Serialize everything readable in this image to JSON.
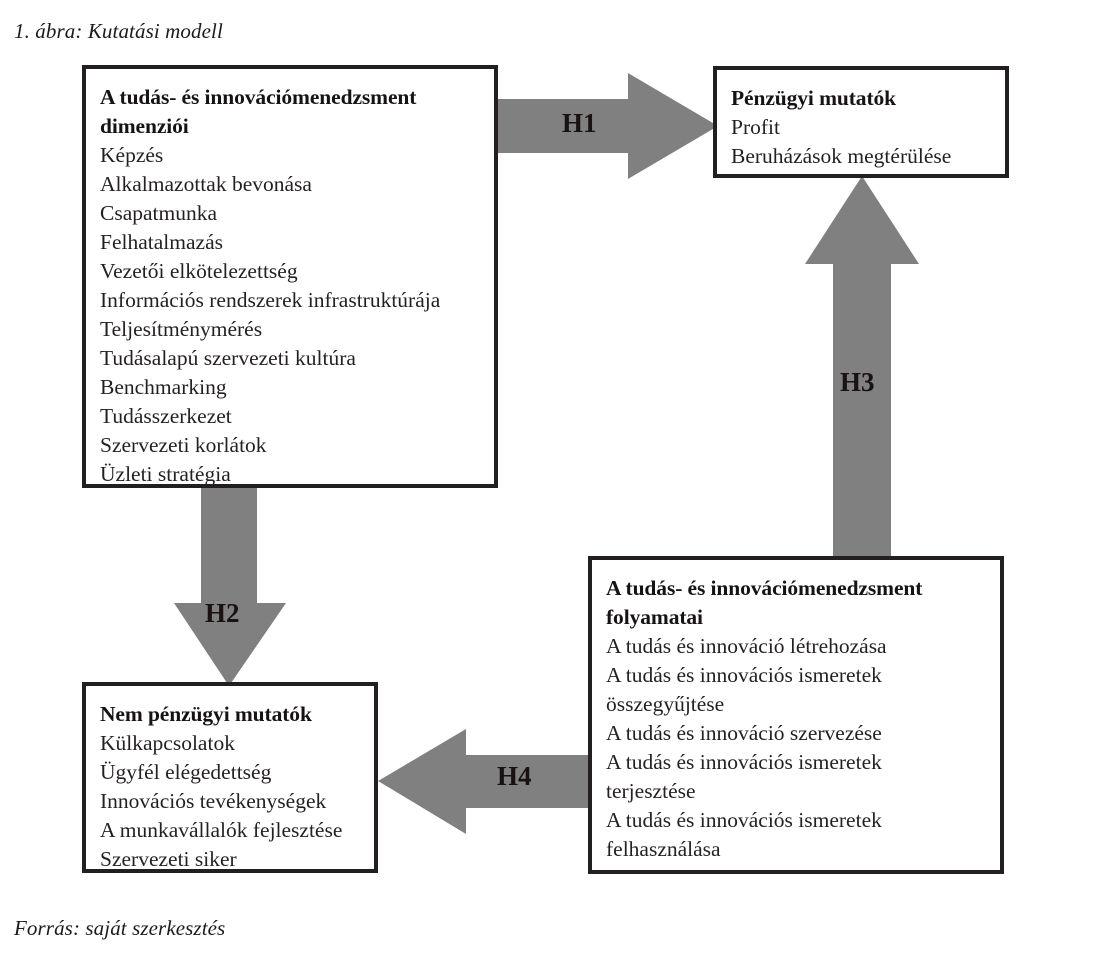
{
  "figure": {
    "caption": "1. ábra: Kutatási modell",
    "source": "Forrás: saját szerkesztés",
    "arrow_color": "#808080",
    "border_color": "#231f20",
    "text_color": "#231f20"
  },
  "boxes": {
    "dimensions": {
      "title": "A tudás- és innovációmenedzsment dimenziói",
      "items": [
        "Képzés",
        "Alkalmazottak bevonása",
        "Csapatmunka",
        "Felhatalmazás",
        "Vezetői elkötelezettség",
        "Információs rendszerek infrastruktúrája",
        "Teljesítménymérés",
        "Tudásalapú szervezeti kultúra",
        "Benchmarking",
        "Tudásszerkezet",
        "Szervezeti korlátok",
        "Üzleti stratégia"
      ]
    },
    "financial": {
      "title": "Pénzügyi mutatók",
      "items": [
        "Profit",
        "Beruházások megtérülése"
      ]
    },
    "processes": {
      "title": "A tudás- és innovációmenedzsment folyamatai",
      "items": [
        "A tudás és innováció létrehozása",
        "A tudás és innovációs ismeretek összegyűjtése",
        "A tudás és innováció szervezése",
        "A tudás és innovációs ismeretek terjesztése",
        "A tudás és innovációs ismeretek felhasználása"
      ]
    },
    "nonfinancial": {
      "title": "Nem pénzügyi mutatók",
      "items": [
        "Külkapcsolatok",
        "Ügyfél elégedettség",
        "Innovációs tevékenységek",
        "A munkavállalók fejlesztése",
        "Szervezeti siker"
      ]
    }
  },
  "arrows": {
    "h1": {
      "label": "H1",
      "direction": "right",
      "from": "dimensions",
      "to": "financial"
    },
    "h2": {
      "label": "H2",
      "direction": "down",
      "from": "dimensions",
      "to": "nonfinancial"
    },
    "h3": {
      "label": "H3",
      "direction": "up",
      "from": "processes",
      "to": "financial"
    },
    "h4": {
      "label": "H4",
      "direction": "left",
      "from": "processes",
      "to": "nonfinancial"
    }
  }
}
